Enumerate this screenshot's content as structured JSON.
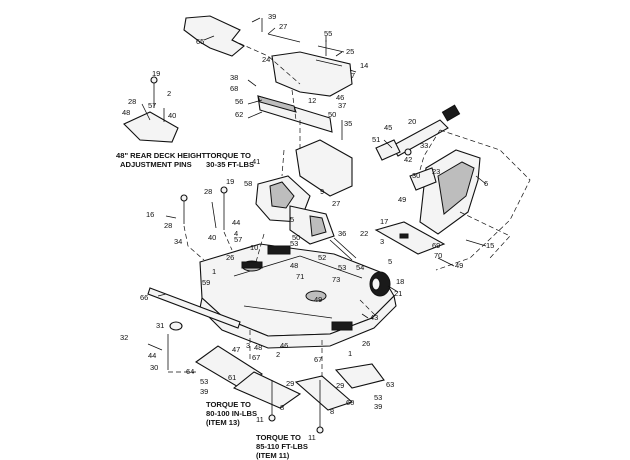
{
  "notes": {
    "rear_deck_height_l1": "48\" REAR DECK HEIGHT",
    "rear_deck_height_l2": "ADJUSTMENT PINS",
    "torque_upper_l1": "TORQUE TO",
    "torque_upper_l2": "30-35 FT-LBS",
    "torque_blade_a_l1": "TORQUE TO",
    "torque_blade_a_l2": "80-100 IN-LBS",
    "torque_blade_a_l3": "(ITEM 13)",
    "torque_blade_b_l1": "TORQUE TO",
    "torque_blade_b_l2": "85-110 FT-LBS",
    "torque_blade_b_l3": "(ITEM 11)"
  },
  "callouts": [
    "39",
    "27",
    "65",
    "55",
    "24",
    "25",
    "14",
    "7",
    "38",
    "68",
    "56",
    "62",
    "12",
    "46",
    "37",
    "50",
    "35",
    "19",
    "2",
    "28",
    "57",
    "48",
    "40",
    "45",
    "51",
    "20",
    "33",
    "42",
    "41",
    "58",
    "9",
    "27",
    "6",
    "30",
    "23",
    "49",
    "19",
    "28",
    "44",
    "16",
    "28",
    "34",
    "4",
    "40",
    "57",
    "10",
    "5",
    "26",
    "53",
    "50",
    "52",
    "36",
    "22",
    "17",
    "3",
    "5",
    "69",
    "70",
    "15",
    "49",
    "53",
    "48",
    "71",
    "1",
    "59",
    "73",
    "66",
    "54",
    "18",
    "21",
    "43",
    "49",
    "31",
    "32",
    "44",
    "30",
    "47",
    "3",
    "48",
    "67",
    "46",
    "2",
    "67",
    "64",
    "61",
    "53",
    "39",
    "29",
    "26",
    "1",
    "63",
    "29",
    "60",
    "53",
    "39",
    "8",
    "11",
    "8",
    "11"
  ]
}
